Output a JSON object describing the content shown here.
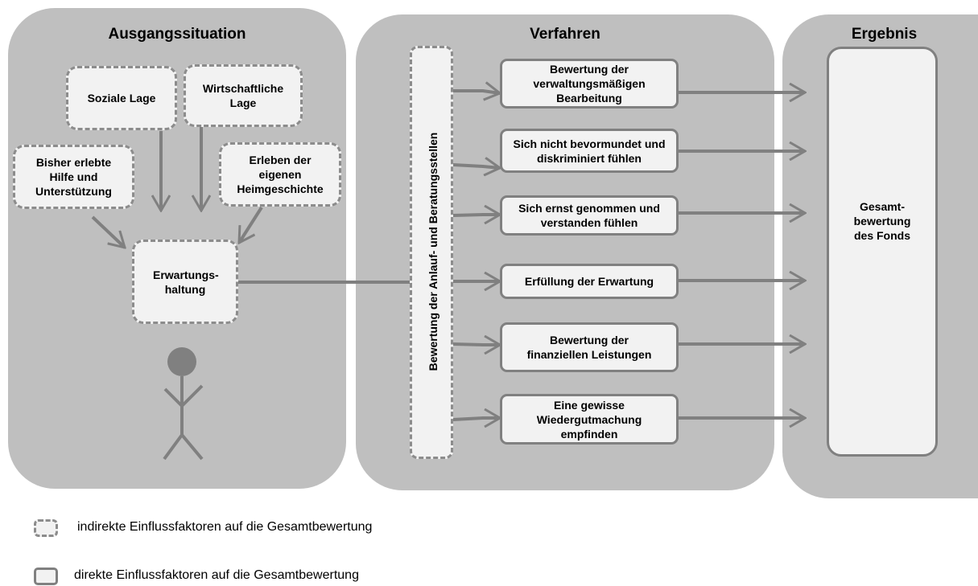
{
  "panels": {
    "ausgangssituation": "Ausgangssituation",
    "verfahren": "Verfahren",
    "ergebnis": "Ergebnis"
  },
  "situation": {
    "soziale_lage": "Soziale Lage",
    "wirtschaftliche_lage": "Wirtschaftliche Lage",
    "bisher_erlebte_hilfe": "Bisher erlebte Hilfe und Unterstützung",
    "erleben_heimgeschichte": "Erleben der eigenen Heimgeschichte",
    "erwartungshaltung": "Erwartungs-haltung"
  },
  "verfahren": {
    "vertical_label": "Bewertung der Anlauf- und Beratungsstellen",
    "items": [
      "Bewertung der verwaltungsmäßigen Bearbeitung",
      "Sich nicht bevormundet und diskriminiert fühlen",
      "Sich ernst genommen und verstanden fühlen",
      "Erfüllung der Erwartung",
      "Bewertung der finanziellen Leistungen",
      "Eine gewisse Wiedergutmachung empfinden"
    ]
  },
  "ergebnis": {
    "gesamtbewertung": "Gesamt-bewertung des Fonds"
  },
  "legend": {
    "indirect": "indirekte Einflussfaktoren auf die Gesamtbewertung",
    "direct": "direkte Einflussfaktoren auf die Gesamtbewertung"
  },
  "colors": {
    "panel": "#bfbfbf",
    "box_fill": "#f2f2f2",
    "border": "#808080",
    "arrow": "#808080",
    "person": "#808080"
  }
}
